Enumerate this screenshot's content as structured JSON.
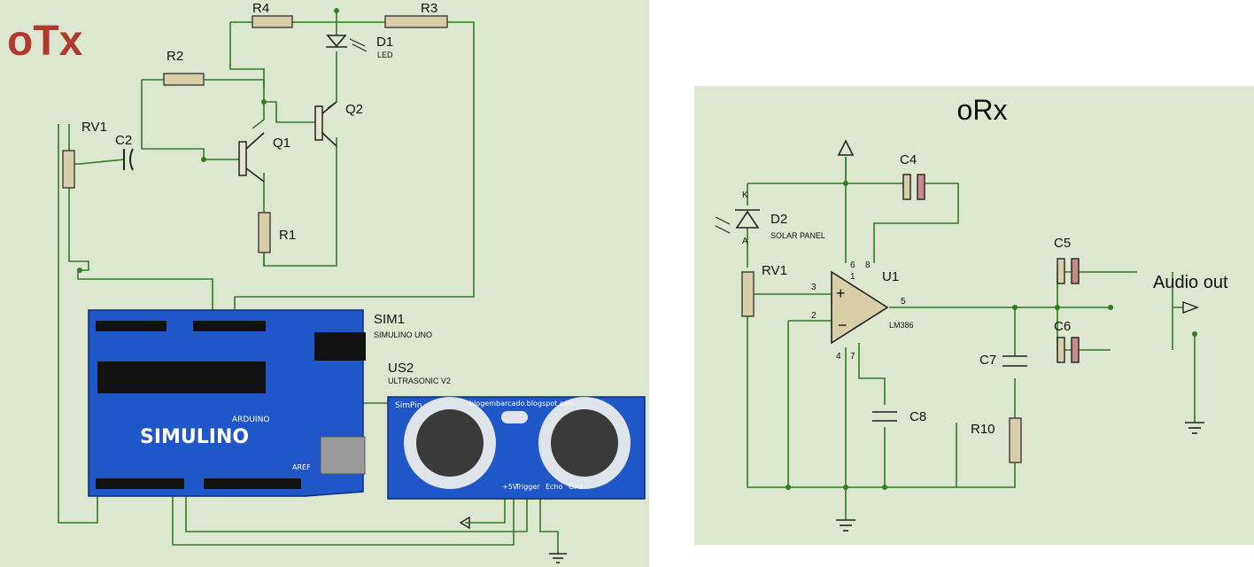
{
  "tx": {
    "title": "oTx",
    "labels": {
      "r4": "R4",
      "r3": "R3",
      "r2": "R2",
      "r1": "R1",
      "d1": "D1",
      "d1_sub": "LED",
      "q1": "Q1",
      "q2": "Q2",
      "rv1": "RV1",
      "c2": "C2",
      "sim1": "SIM1",
      "sim1_sub": "SIMULINO UNO",
      "us2": "US2",
      "us2_sub": "ULTRASONIC V2",
      "simpin": "SimPin",
      "blog": "blogembarcado.blogspot.com",
      "board_logo": "SIMULINO",
      "arduino": "ARDUINO",
      "aref": "AREF",
      "pin_5v": "+5V",
      "pin_trigger": "Trigger",
      "pin_echo": "Echo",
      "pin_gnd": "Gnd"
    }
  },
  "rx": {
    "title": "oRx",
    "labels": {
      "c4": "C4",
      "d2": "D2",
      "d2_sub": "SOLAR PANEL",
      "rv1": "RV1",
      "u1": "U1",
      "u1_sub": "LM386",
      "c5": "C5",
      "c6": "C6",
      "c7": "C7",
      "c8": "C8",
      "r10": "R10",
      "audio_out": "Audio out",
      "pin3": "3",
      "pin2": "2",
      "pin5": "5",
      "pin6": "6",
      "pin8": "8",
      "pin1": "1",
      "pin4": "4",
      "pin7": "7",
      "k": "K",
      "a": "A"
    }
  }
}
